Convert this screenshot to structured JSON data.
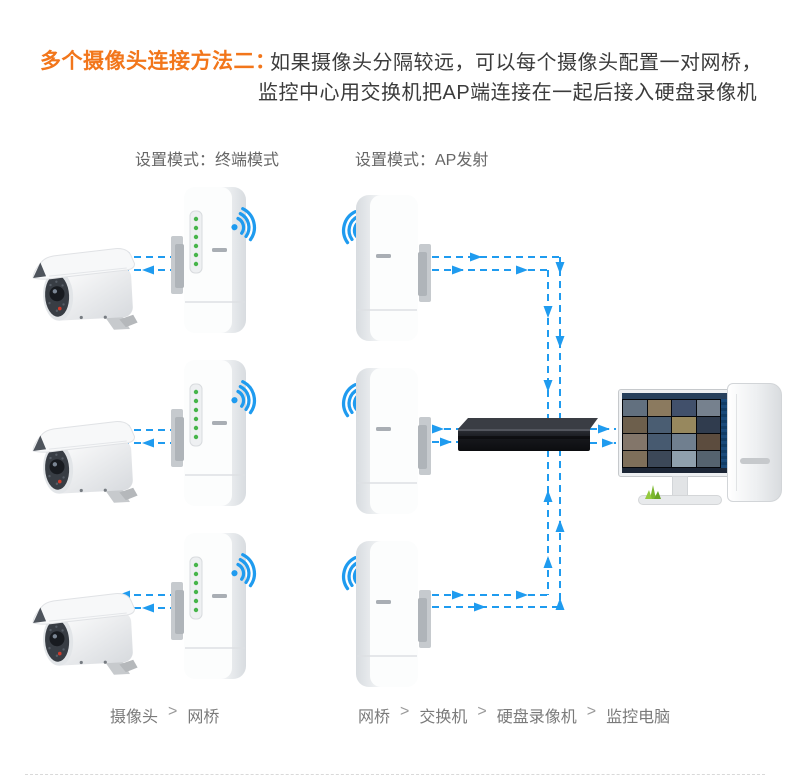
{
  "title": {
    "highlight": "多个摄像头连接方法二：",
    "line1": "如果摄像头分隔较远，可以每个摄像头配置一对网桥，",
    "line2": "监控中心用交换机把AP端连接在一起后接入硬盘录像机"
  },
  "mode_labels": {
    "terminal": "设置模式：终端模式",
    "ap": "设置模式：AP发射"
  },
  "flows": {
    "separator": ">",
    "left": [
      "摄像头",
      "网桥"
    ],
    "right": [
      "网桥",
      "交换机",
      "硬盘录像机",
      "监控电脑"
    ]
  },
  "colors": {
    "accent_orange": "#f2761b",
    "arrow_blue": "#1f9bef",
    "led_green": "#46b54a",
    "title_text": "#3b3b3b",
    "label_gray": "#666666",
    "caption_gray": "#7a7a7a"
  },
  "icons": {
    "camera": "camera-icon",
    "bridge": "bridge-device-icon",
    "ap": "ap-device-icon",
    "wifi": "wifi-signal-icon",
    "switch": "switch-device-icon",
    "monitor": "monitor-icon",
    "tower": "pc-tower-icon"
  }
}
